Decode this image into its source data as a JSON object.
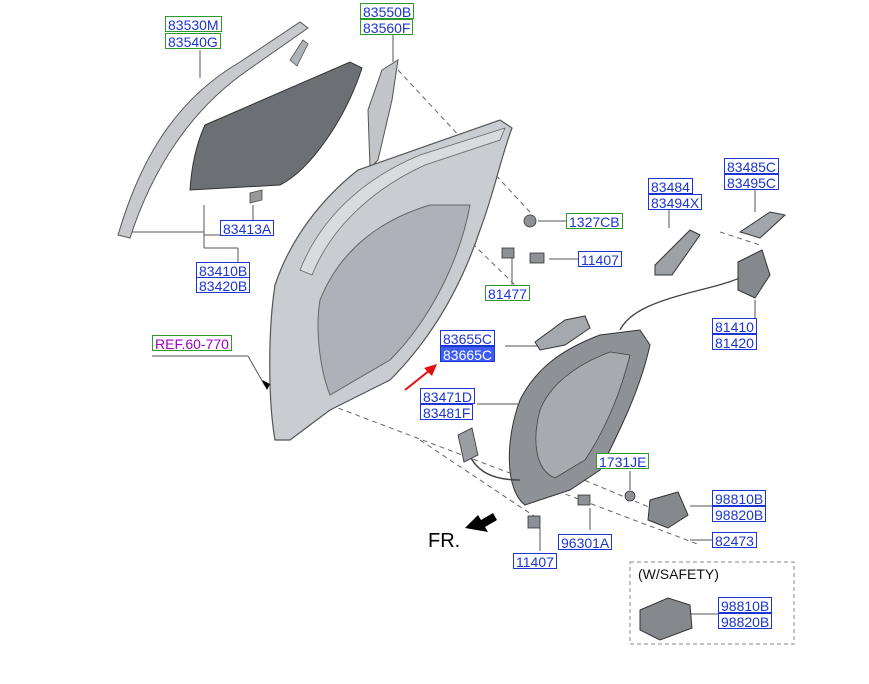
{
  "labels": {
    "p83530m": "83530M",
    "p83540g": "83540G",
    "p83550b": "83550B",
    "p83560f": "83560F",
    "p83413a": "83413A",
    "p83410b": "83410B",
    "p83420b": "83420B",
    "p1327cb": "1327CB",
    "p11407a": "11407",
    "p81477": "81477",
    "p83484": "83484",
    "p83494x": "83494X",
    "p83485c": "83485C",
    "p83495c": "83495C",
    "p81410": "81410",
    "p81420": "81420",
    "ref": "REF.60-770",
    "p83655c": "83655C",
    "p83665c": "83665C",
    "p83471d": "83471D",
    "p83481f": "83481F",
    "p1731je": "1731JE",
    "p98810b_a": "98810B",
    "p98820b_a": "98820B",
    "p82473": "82473",
    "p96301a": "96301A",
    "p11407b": "11407",
    "safety": "(W/SAFETY)",
    "p98810b_b": "98810B",
    "p98820b_b": "98820B",
    "fr": "FR."
  },
  "colors": {
    "label_border_blue": "#1c34d4",
    "label_border_green": "#2e9a2e",
    "label_text_blue": "#1c34d4",
    "ref_text": "#a000c8",
    "highlight_fill": "#3d5df5",
    "pointer_arrow": "#e01010",
    "part_gray": "#b9bcc2",
    "glass_gray": "#6c6f73"
  }
}
